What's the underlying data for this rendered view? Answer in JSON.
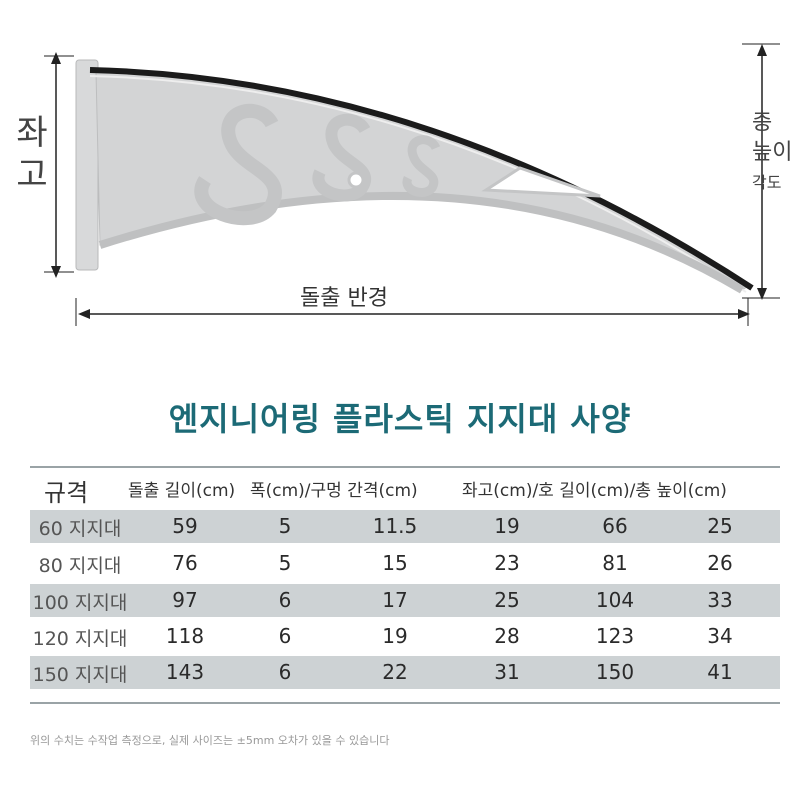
{
  "diagram": {
    "left_label": [
      "좌",
      "고"
    ],
    "right_label": [
      "총",
      "높이"
    ],
    "angle_label": "각도",
    "bottom_label": "돌출 반경"
  },
  "title": "엔지니어링 플라스틱 지지대 사양",
  "table": {
    "headers": [
      "규격",
      "돌출 길이(cm)",
      "폭(cm)/구멍 간격(cm)",
      "좌고(cm)/호 길이(cm)/총 높이(cm)"
    ],
    "rows": [
      {
        "spec": "60 지지대",
        "values": [
          "59",
          "5",
          "11.5",
          "19",
          "66",
          "25"
        ]
      },
      {
        "spec": "80 지지대",
        "values": [
          "76",
          "5",
          "15",
          "23",
          "81",
          "26"
        ]
      },
      {
        "spec": "100 지지대",
        "values": [
          "97",
          "6",
          "17",
          "25",
          "104",
          "33"
        ]
      },
      {
        "spec": "120 지지대",
        "values": [
          "118",
          "6",
          "19",
          "28",
          "123",
          "34"
        ]
      },
      {
        "spec": "150 지지대",
        "values": [
          "143",
          "6",
          "22",
          "31",
          "150",
          "41"
        ]
      }
    ]
  },
  "footnote": "위의 수치는 수작업 측정으로, 실제 사이즈는 ±5mm 오차가 있을 수 있습니다",
  "colors": {
    "title": "#1c6a76",
    "row_shade": "#cdd2d4",
    "bracket": "#d8d9da"
  }
}
